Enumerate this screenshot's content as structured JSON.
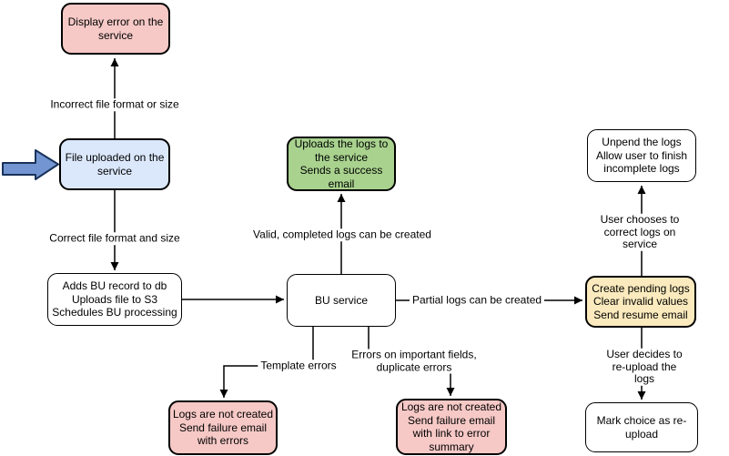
{
  "diagram": {
    "title": "File upload / BU service flowchart",
    "nodes": {
      "display_error": {
        "text": "Display error on the\nservice"
      },
      "file_uploaded": {
        "text": "File uploaded on the\nservice"
      },
      "adds_bu": {
        "text": "Adds BU record to db\nUploads file to S3\nSchedules BU processing"
      },
      "bu_service": {
        "text": "BU service"
      },
      "upload_success": {
        "text": "Uploads the logs to\nthe service\nSends a success\nemail"
      },
      "unpend": {
        "text": "Unpend the logs\nAllow user to finish\nincomplete logs"
      },
      "create_pending": {
        "text": "Create pending logs\nClear invalid values\nSend resume email"
      },
      "mark_reupload": {
        "text": "Mark choice as re-\nupload"
      },
      "failure_errors": {
        "text": "Logs are not created\nSend failure email\nwith errors"
      },
      "failure_summary": {
        "text": "Logs are not created\nSend failure email\nwith link to error\nsummary"
      }
    },
    "edge_labels": {
      "incorrect": "Incorrect file format or size",
      "correct": "Correct file format and size",
      "valid": "Valid, completed logs can be created",
      "partial": "Partial logs can be created",
      "template": "Template errors",
      "important": "Errors on important fields,\nduplicate errors",
      "choose_correct": "User chooses to correct logs on service",
      "reupload": "User decides to re-upload the logs"
    },
    "colors": {
      "pink_fill": "#f6c9c6",
      "blue_fill": "#dbe8fc",
      "green_fill": "#a8d28e",
      "yellow_fill": "#faeabd",
      "white_fill": "#ffffff",
      "stroke": "#000000",
      "start_arrow_fill": "#7396d2",
      "start_arrow_stroke": "#19325a"
    }
  }
}
